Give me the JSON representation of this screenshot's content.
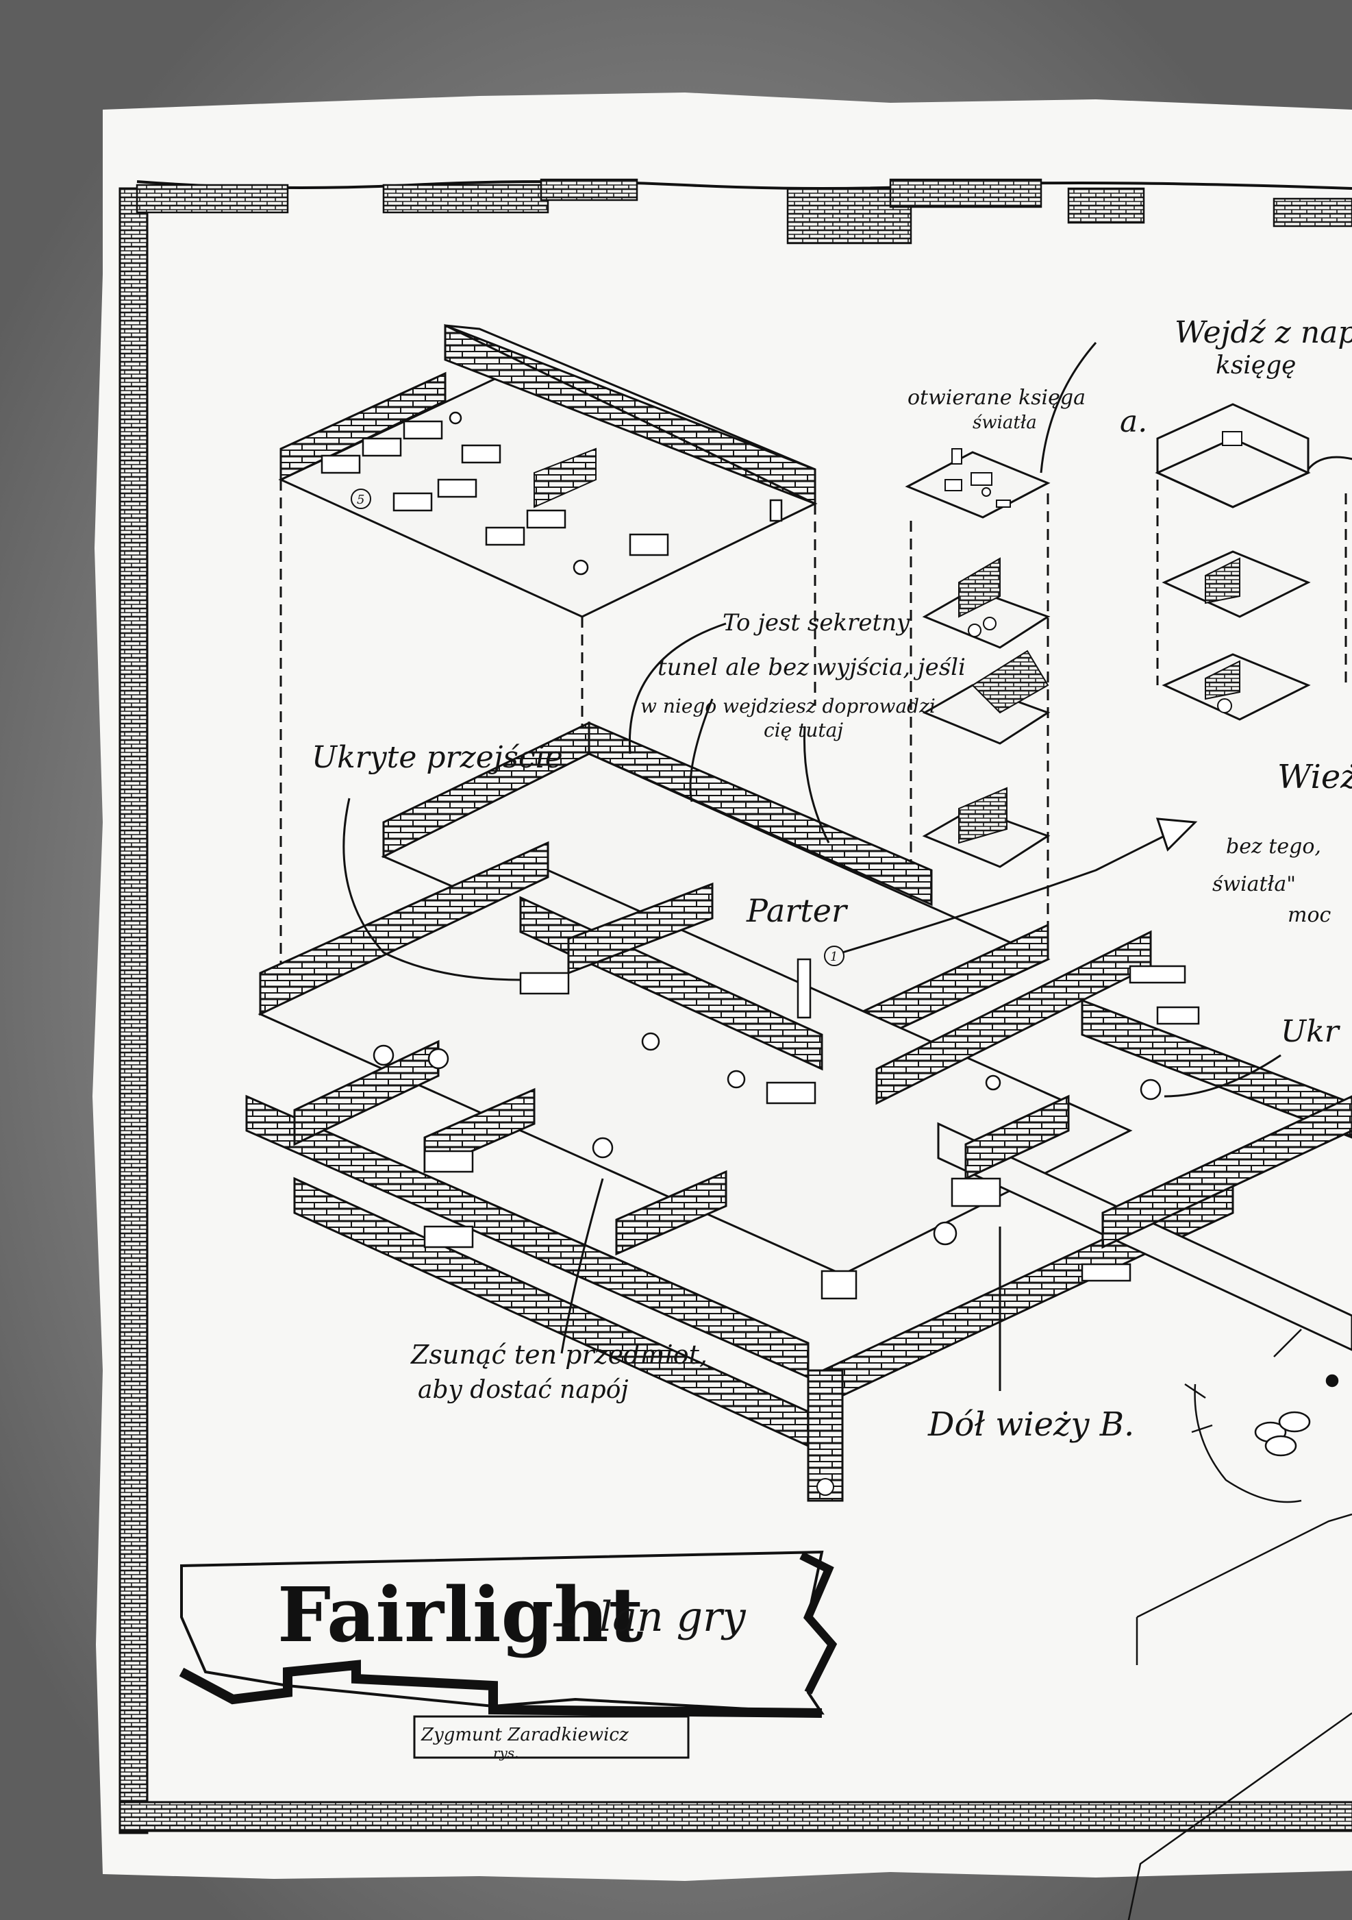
{
  "title": {
    "main": "Fairlight",
    "dash": "–",
    "rest": "lan gry",
    "credit_name": "Zygmunt Zaradkiewicz",
    "credit_suffix": "rys."
  },
  "labels": {
    "hidden_passage_left": "Ukryte przejście",
    "secret_tunnel": [
      "To jest sekretny",
      "tunel ale bez wyjścia, jeśli",
      "w niego wejdziesz doprowadzi",
      "cię tutaj"
    ],
    "opening_book": [
      "otwierane księga",
      "światła"
    ],
    "enter_with_book": [
      "Wejdź z nap",
      "księgę"
    ],
    "tower_a_marker": "a.",
    "ground_floor": "Parter",
    "tower_right": "Wieża",
    "without_light": [
      "bez tego,",
      "światła\"",
      "moc"
    ],
    "hidden_right": "Ukr",
    "slide_object": [
      "Zsunąć ten przedmiot,",
      "aby dostać napój"
    ],
    "tower_bottom": "Dół wieży B.",
    "room_number_5": "5",
    "room_number_1": "1"
  },
  "colors": {
    "paper": "#f7f7f5",
    "ink": "#141414",
    "shadow_gray": "#8f8f8f"
  }
}
